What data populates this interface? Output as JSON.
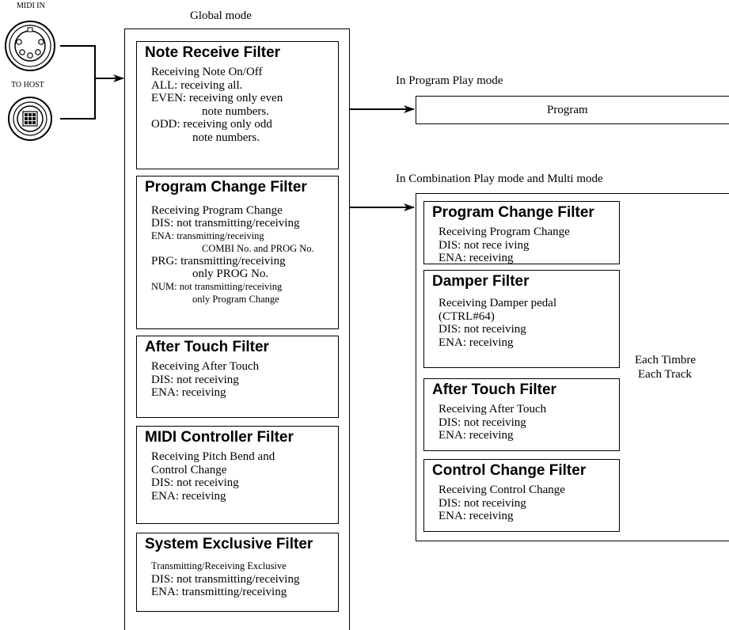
{
  "ports": {
    "midi_in_label": "MIDI IN",
    "to_host_label": "TO HOST"
  },
  "global": {
    "title": "Global mode",
    "filters": [
      {
        "title": "Note Receive Filter",
        "lines": [
          "Receiving Note On/Off",
          "ALL: receiving all.",
          "EVEN: receiving only even",
          "note numbers.",
          "ODD: receiving only odd",
          "note numbers."
        ]
      },
      {
        "title": "Program Change Filter",
        "lines": [
          "Receiving Program Change",
          "DIS: not transmitting/receiving",
          "ENA: transmitting/receiving",
          "COMBI No. and PROG No.",
          "PRG: transmitting/receiving",
          "only PROG No.",
          "NUM: not transmitting/receiving",
          "only Program Change"
        ]
      },
      {
        "title": "After Touch Filter",
        "lines": [
          "Receiving After Touch",
          "DIS: not receiving",
          "ENA: receiving"
        ]
      },
      {
        "title": "MIDI Controller Filter",
        "lines": [
          "Receiving Pitch Bend and",
          "Control Change",
          "DIS: not receiving",
          "ENA: receiving"
        ]
      },
      {
        "title": "System Exclusive Filter",
        "lines": [
          "Transmitting/Receiving Exclusive",
          "DIS: not transmitting/receiving",
          "ENA: transmitting/receiving"
        ]
      }
    ]
  },
  "program_play": {
    "label": "In Program Play mode",
    "box_label": "Program"
  },
  "combination": {
    "label": "In Combination Play mode and Multi mode",
    "side_label_1": "Each Timbre",
    "side_label_2": "Each Track",
    "filters": [
      {
        "title": "Program Change Filter",
        "lines": [
          "Receiving Program Change",
          "DIS: not rece iving",
          "ENA: receiving"
        ]
      },
      {
        "title": "Damper Filter",
        "lines": [
          "Receiving Damper pedal",
          "(CTRL#64)",
          "DIS: not receiving",
          "ENA: receiving"
        ]
      },
      {
        "title": "After Touch Filter",
        "lines": [
          "Receiving After Touch",
          "DIS: not receiving",
          "ENA: receiving"
        ]
      },
      {
        "title": "Control Change Filter",
        "lines": [
          "Receiving Control Change",
          "DIS: not receiving",
          "ENA: receiving"
        ]
      }
    ]
  }
}
